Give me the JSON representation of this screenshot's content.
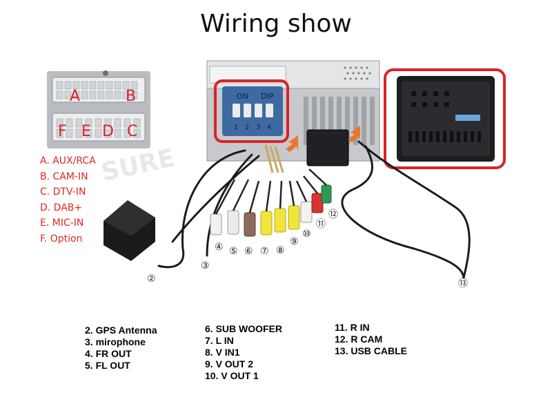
{
  "title": "Wiring show",
  "watermark": "SURE",
  "connector_letters": {
    "a": "A",
    "b": "B",
    "f": "F",
    "e": "E",
    "d": "D",
    "c": "C"
  },
  "dip_switch": {
    "on": "ON",
    "dip": "DIP",
    "n1": "1",
    "n2": "2",
    "n3": "3",
    "n4": "4"
  },
  "legend": [
    "A. AUX/RCA",
    "B. CAM-IN",
    "C. DTV-IN",
    "D. DAB+",
    "E. MIC-IN",
    "F. Option"
  ],
  "markers": {
    "m2": "②",
    "m3": "③",
    "m4": "④",
    "m5": "⑤",
    "m6": "⑥",
    "m7": "⑦",
    "m8": "⑧",
    "m9": "⑨",
    "m10": "⑩",
    "m11": "⑪",
    "m12": "⑫",
    "m13": "⑬"
  },
  "list_col1": [
    "2. GPS Antenna",
    "3. mirophone",
    "4. FR OUT",
    "5. FL OUT"
  ],
  "list_col2": [
    "6. SUB WOOFER",
    "7. L IN",
    "8. V IN1",
    "9.  V OUT 2",
    "10. V OUT 1"
  ],
  "list_col3": [
    "11. R IN",
    "12. R CAM",
    "13. USB CABLE"
  ],
  "colors": {
    "accent_red": "#d8232a",
    "legend_red": "#e0261f",
    "dip_blue": "#3f6aa1",
    "arrow_orange": "#e8772e"
  }
}
